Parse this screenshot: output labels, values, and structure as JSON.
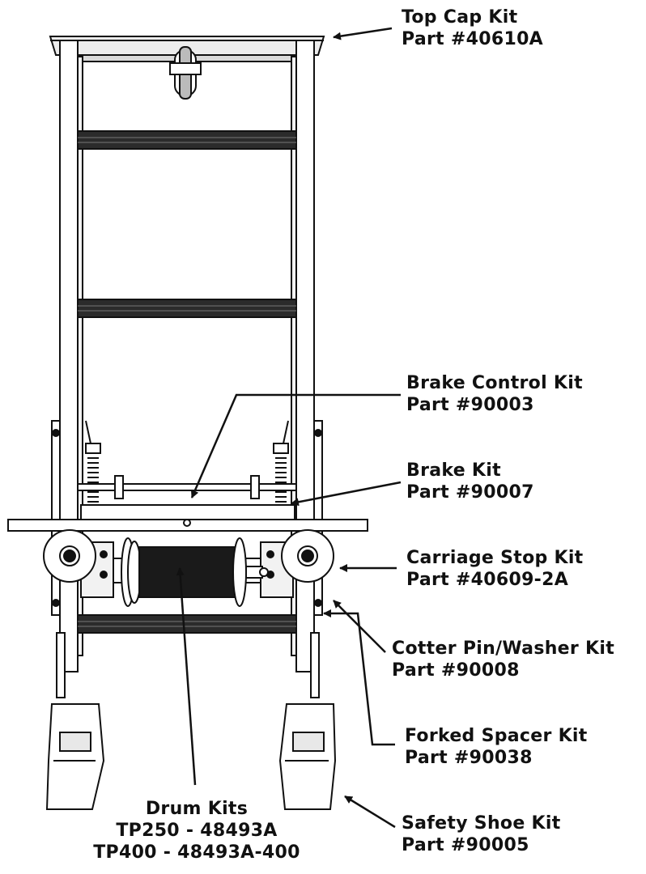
{
  "callouts": {
    "top_cap": {
      "name": "Top Cap Kit",
      "part": "Part #40610A"
    },
    "brake_control": {
      "name": "Brake Control Kit",
      "part": "Part #90003"
    },
    "brake": {
      "name": "Brake Kit",
      "part": "Part #90007"
    },
    "carriage_stop": {
      "name": "Carriage Stop Kit",
      "part": "Part #40609-2A"
    },
    "cotter_pin": {
      "name": "Cotter Pin/Washer Kit",
      "part": "Part #90008"
    },
    "forked_spacer": {
      "name": "Forked Spacer Kit",
      "part": "Part #90038"
    },
    "safety_shoe": {
      "name": "Safety Shoe Kit",
      "part": "Part #90005"
    },
    "drum": {
      "name": "Drum Kits",
      "line1": "TP250 - 48493A",
      "line2": "TP400 - 48493A-400"
    }
  },
  "colors": {
    "line": "#111111",
    "frame_fill": "#ffffff",
    "bar": "#2b2b2b",
    "shade": "#e6e6e6"
  }
}
